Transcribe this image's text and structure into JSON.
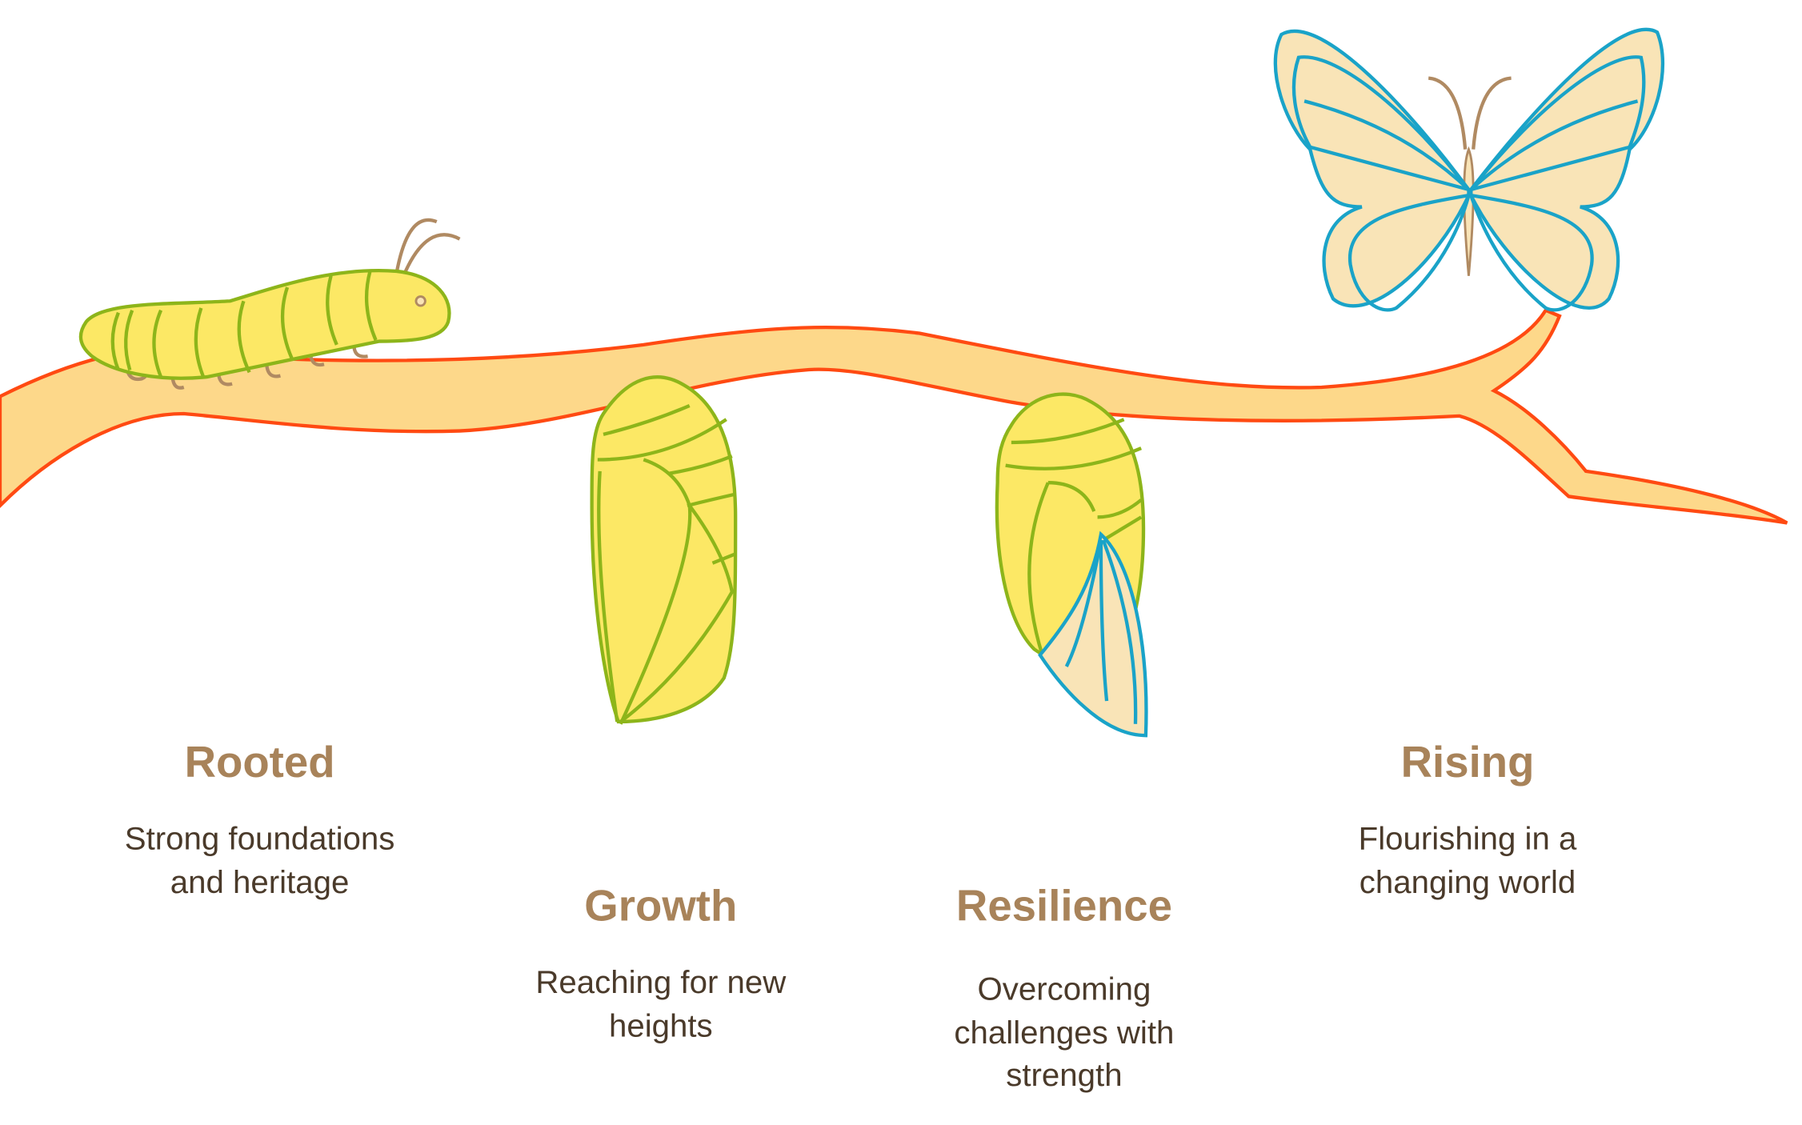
{
  "stages": [
    {
      "title": "Rooted",
      "description": [
        "Strong foundations",
        "and heritage"
      ],
      "icon": "caterpillar-icon"
    },
    {
      "title": "Growth",
      "description": [
        "Reaching for new",
        "heights"
      ],
      "icon": "chrysalis-icon"
    },
    {
      "title": "Resilience",
      "description": [
        "Overcoming",
        "challenges with",
        "strength"
      ],
      "icon": "emerging-butterfly-icon"
    },
    {
      "title": "Rising",
      "description": [
        "Flourishing in a",
        "changing world"
      ],
      "icon": "butterfly-icon"
    }
  ],
  "colors": {
    "branch_fill": "#FDD88A",
    "branch_stroke": "#FF4A12",
    "body_green": "#FCE865",
    "green_stroke": "#8DB51A",
    "wing_fill": "#F9E4B7",
    "wing_stroke": "#1AA3C8",
    "title": "#A8835A",
    "text": "#4A3A2A"
  }
}
